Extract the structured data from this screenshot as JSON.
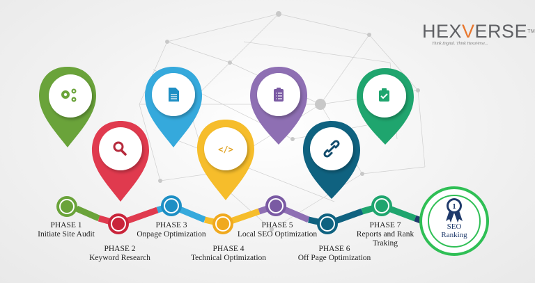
{
  "logo": {
    "name_part1": "HEX",
    "name_accent": "V",
    "name_part2": "ERSE",
    "trademark": "TM",
    "tagline": "Think Digital. Think HexaVerse..."
  },
  "colors": {
    "phase1": "#6aa33a",
    "phase2": "#e03a4e",
    "phase3": "#35a9dc",
    "phase4": "#f6bd2b",
    "phase5": "#8e6fb3",
    "phase6": "#0f6280",
    "phase7": "#1fa56e",
    "seo_ring": "#2fbf55",
    "seo_text": "#1f3a6b"
  },
  "phases": [
    {
      "title": "PHASE 1",
      "subtitle": "Initiate Site Audit",
      "icon": "gears-icon"
    },
    {
      "title": "PHASE 2",
      "subtitle": "Keyword Research",
      "icon": "search-icon"
    },
    {
      "title": "PHASE 3",
      "subtitle": "Onpage Optimization",
      "icon": "document-icon"
    },
    {
      "title": "PHASE 4",
      "subtitle": "Technical Optimization",
      "icon": "code-icon"
    },
    {
      "title": "PHASE 5",
      "subtitle": "Local SEO Optimization",
      "icon": "clipboard-list-icon"
    },
    {
      "title": "PHASE 6",
      "subtitle": "Off Page Optimization",
      "icon": "link-icon"
    },
    {
      "title": "PHASE 7",
      "subtitle": "Reports and Rank Traking",
      "icon": "clipboard-check-icon"
    }
  ],
  "final": {
    "badge_number": "1",
    "line1": "SEO",
    "line2": "Ranking",
    "icon": "award-ribbon-icon"
  }
}
